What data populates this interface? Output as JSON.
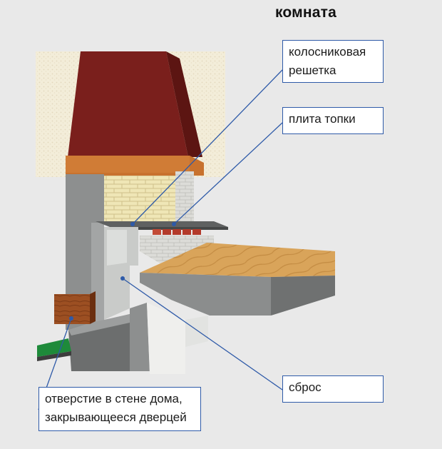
{
  "title": "комната",
  "callouts": {
    "grate": {
      "lines": [
        "колосниковая",
        "решетка"
      ]
    },
    "plate": {
      "lines": [
        "плита топки"
      ]
    },
    "drop": {
      "lines": [
        "сброс"
      ]
    },
    "hole": {
      "lines": [
        "отверстие в стене дома,",
        "закрывающееся дверцей"
      ]
    }
  },
  "colors": {
    "callout_border": "#2e5aa8",
    "leader_line": "#2e5aa8",
    "hood": "#7a1f1c",
    "mantel": "#c8722e",
    "masonry": "#8d8f8f",
    "brick": "#b33a2a",
    "wood_floor": "#d9a45a",
    "wall": "#f1ebd8",
    "grass": "#1e8a3a"
  }
}
